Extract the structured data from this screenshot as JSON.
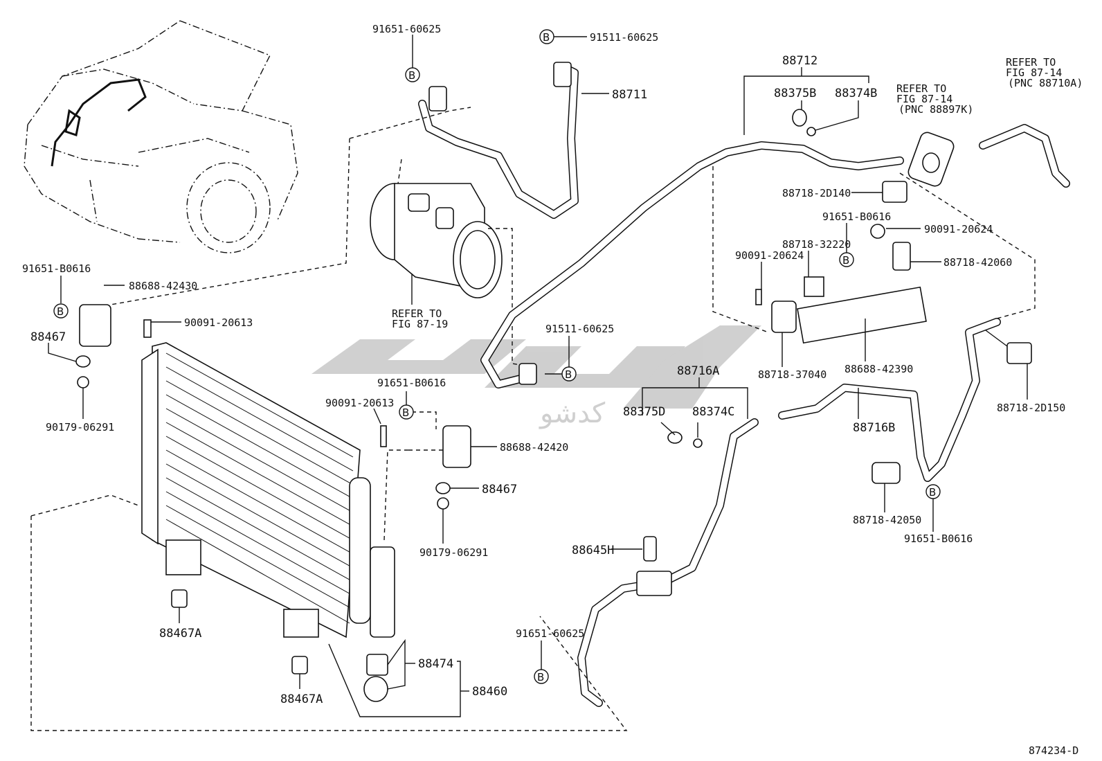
{
  "figure_code": "874234-D",
  "watermark": "کدشو",
  "b_marker": "B",
  "labels": {
    "p91651_60625_top": "91651-60625",
    "p91511_60625_top": "91511-60625",
    "p88711": "88711",
    "p88712": "88712",
    "p88375B": "88375B",
    "p88374B": "88374B",
    "refer_87_14_a_1": "REFER TO",
    "refer_87_14_a_2": "FIG 87-14",
    "refer_87_14_a_3": "(PNC 88897K)",
    "refer_87_14_b_1": "REFER TO",
    "refer_87_14_b_2": "FIG 87-14",
    "refer_87_14_b_3": "(PNC 88710A)",
    "p88718_2D140": "88718-2D140",
    "p91651_B0616_r": "91651-B0616",
    "p90091_20624_r": "90091-20624",
    "p88718_32220": "88718-32220",
    "p90091_20624_m": "90091-20624",
    "p88718_42060": "88718-42060",
    "p88688_42390": "88688-42390",
    "p88718_37040": "88718-37040",
    "p88718_2D150": "88718-2D150",
    "p91651_B0616_l": "91651-B0616",
    "p88688_42430": "88688-42430",
    "p90091_20613_l": "90091-20613",
    "p88467_l": "88467",
    "p90179_06291_l": "90179-06291",
    "refer_87_19_1": "REFER TO",
    "refer_87_19_2": "FIG 87-19",
    "p91511_60625_m": "91511-60625",
    "p91651_B0616_m": "91651-B0616",
    "p90091_20613_m": "90091-20613",
    "p88688_42420": "88688-42420",
    "p88467_m": "88467",
    "p90179_06291_m": "90179-06291",
    "p88716A": "88716A",
    "p88375D": "88375D",
    "p88374C": "88374C",
    "p88716B": "88716B",
    "p88718_42050": "88718-42050",
    "p91651_B0616_b": "91651-B0616",
    "p88645H": "88645H",
    "p91651_60625_b": "91651-60625",
    "p88467A_a": "88467A",
    "p88467A_b": "88467A",
    "p88474": "88474",
    "p88460": "88460"
  }
}
